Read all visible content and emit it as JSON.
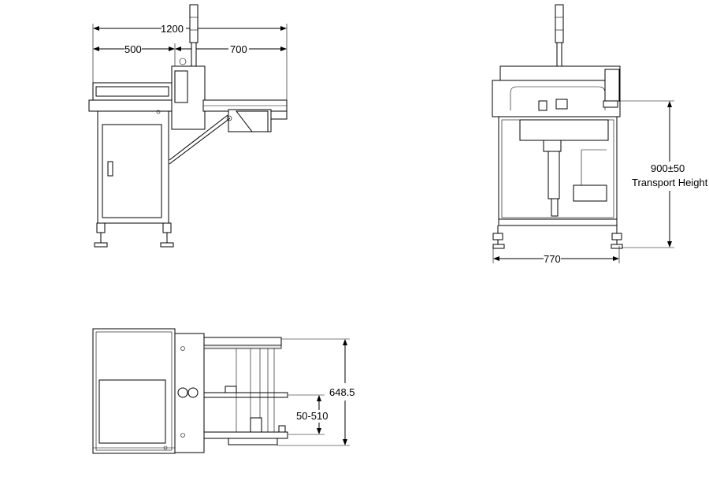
{
  "dimensions": {
    "overall_length": "1200",
    "left_length": "500",
    "right_length": "700",
    "transport_height_value": "900±50",
    "transport_height_label": "Transport Height",
    "width": "770",
    "depth": "648.5",
    "adjust_range": "50-510"
  }
}
